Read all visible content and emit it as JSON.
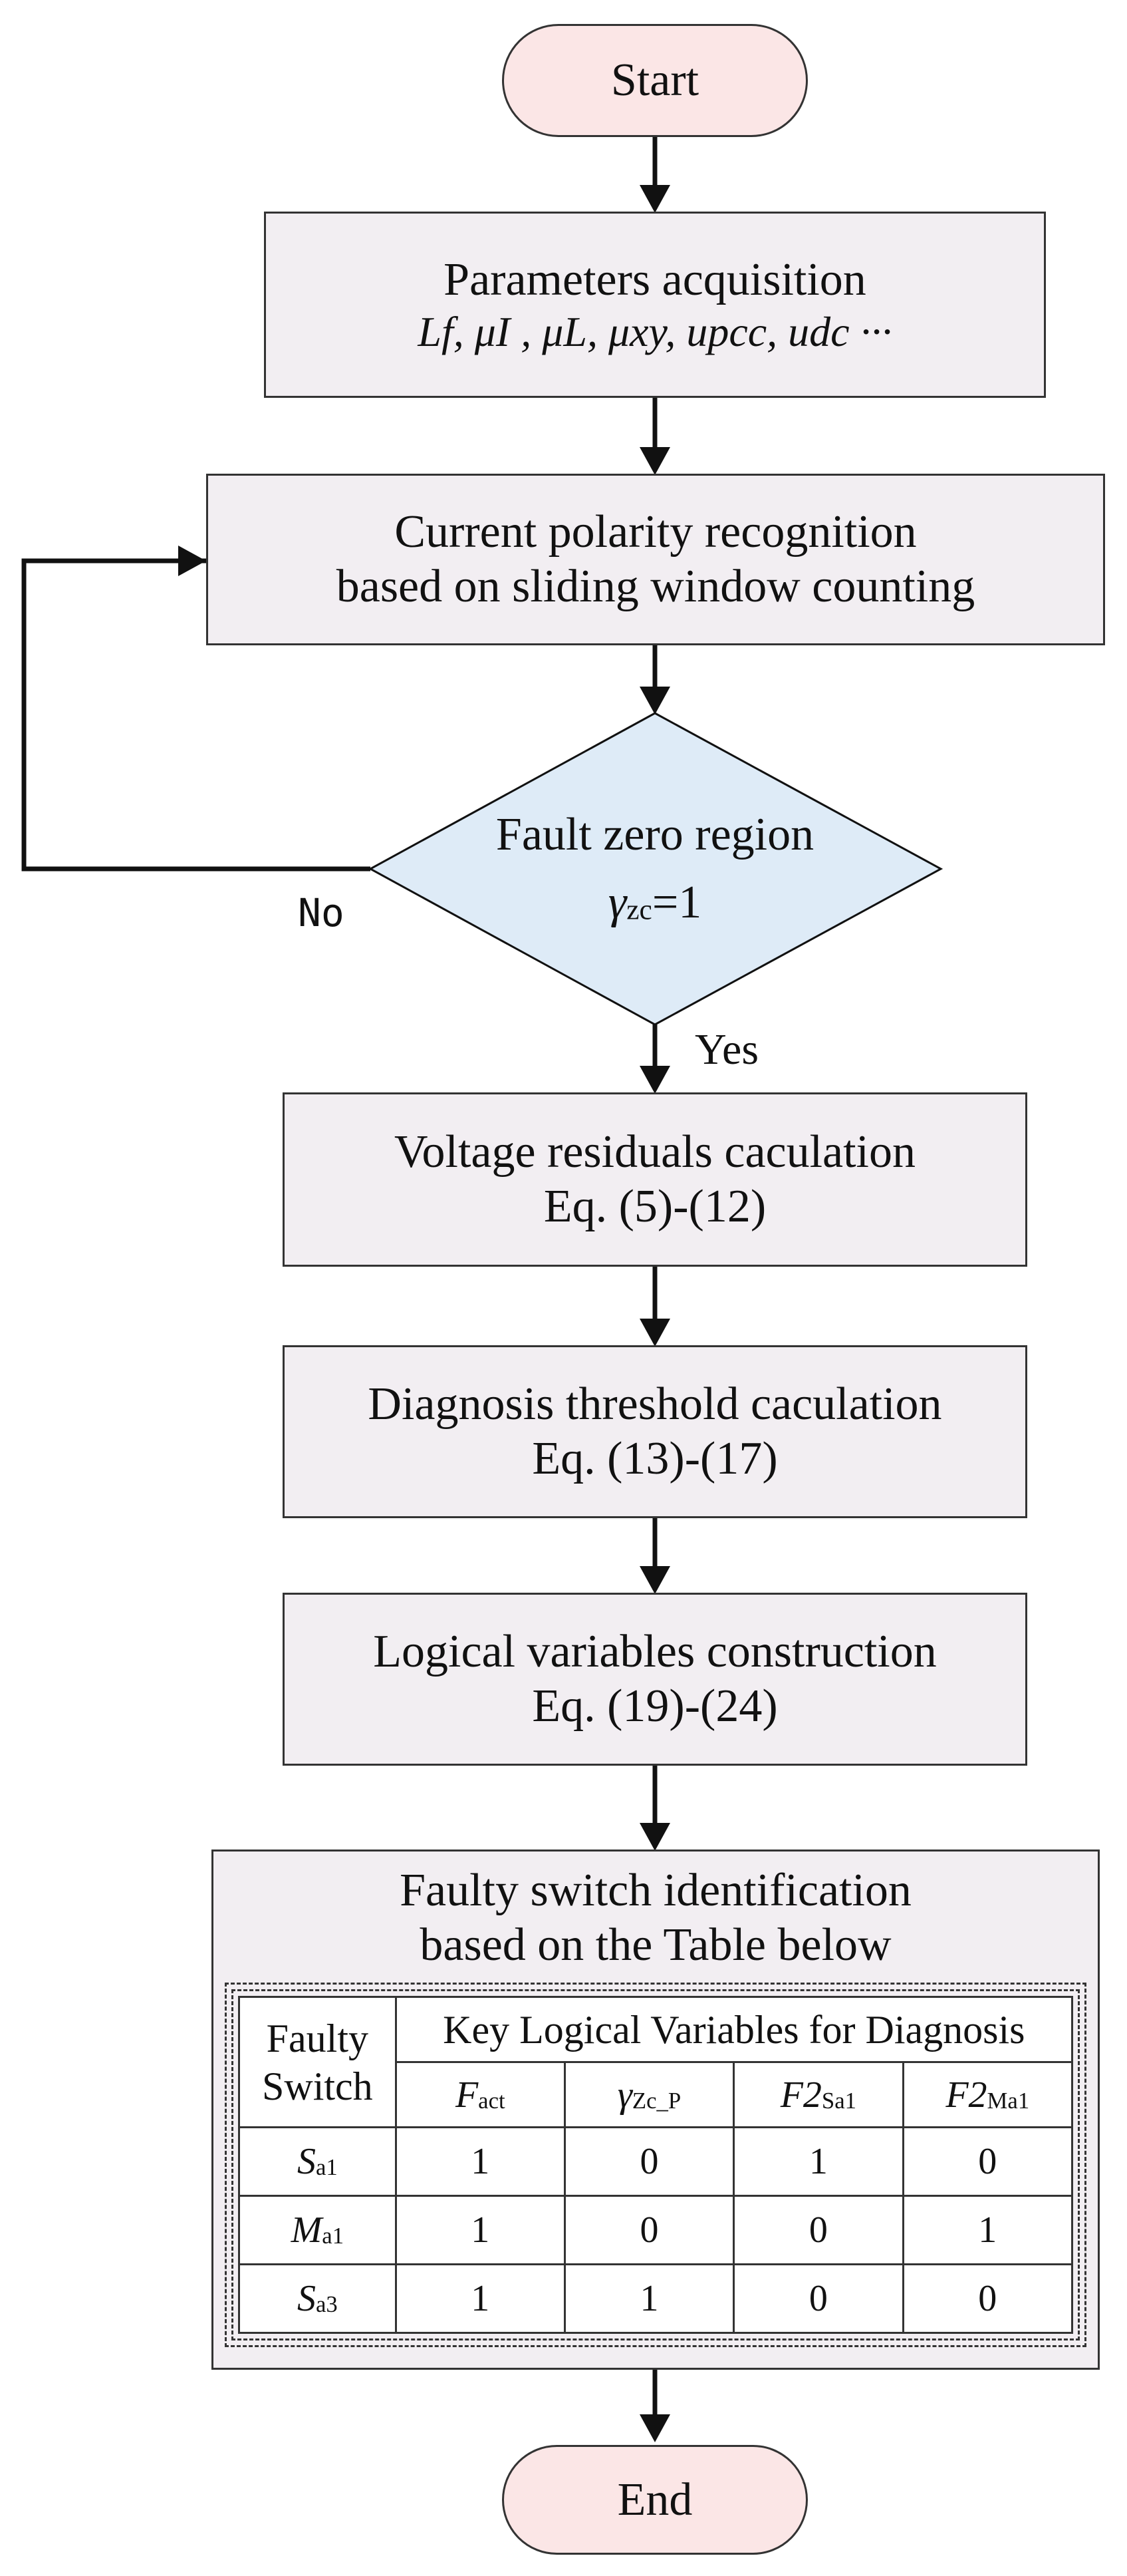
{
  "start_label": "Start",
  "end_label": "End",
  "params_box": {
    "title": "Parameters acquisition",
    "vars": "Lf,  μI ,  μL,   μxy, upcc, udc ···"
  },
  "polarity_box": {
    "line1": "Current polarity recognition",
    "line2": "based on  sliding window counting"
  },
  "decision": {
    "line1": "Fault zero region",
    "gamma": "γ",
    "gamma_sub": "zc",
    "gamma_tail": "=1",
    "no_label": "No",
    "yes_label": "Yes"
  },
  "voltage_box": {
    "line1": "Voltage residuals caculation",
    "line2": "Eq. (5)-(12)"
  },
  "threshold_box": {
    "line1": "Diagnosis threshold caculation",
    "line2": "Eq. (13)-(17)"
  },
  "logical_box": {
    "line1": "Logical variables construction",
    "line2": "Eq. (19)-(24)"
  },
  "faulty_box": {
    "line1": "Faulty switch identification",
    "line2": "based on the Table below",
    "table": {
      "corner_line1": "Faulty",
      "corner_line2": "Switch",
      "group_header": "Key Logical Variables for Diagnosis",
      "columns": [
        {
          "main": "F",
          "sub": "act"
        },
        {
          "main": "γ",
          "sub": "Zc_P"
        },
        {
          "main": "F2",
          "sub": "Sa1"
        },
        {
          "main": "F2",
          "sub": "Ma1"
        }
      ],
      "rows": [
        {
          "main": "S",
          "sub": "a1",
          "values": [
            "1",
            "0",
            "1",
            "0"
          ]
        },
        {
          "main": "M",
          "sub": "a1",
          "values": [
            "1",
            "0",
            "0",
            "1"
          ]
        },
        {
          "main": "S",
          "sub": "a3",
          "values": [
            "1",
            "1",
            "0",
            "0"
          ]
        }
      ]
    }
  }
}
